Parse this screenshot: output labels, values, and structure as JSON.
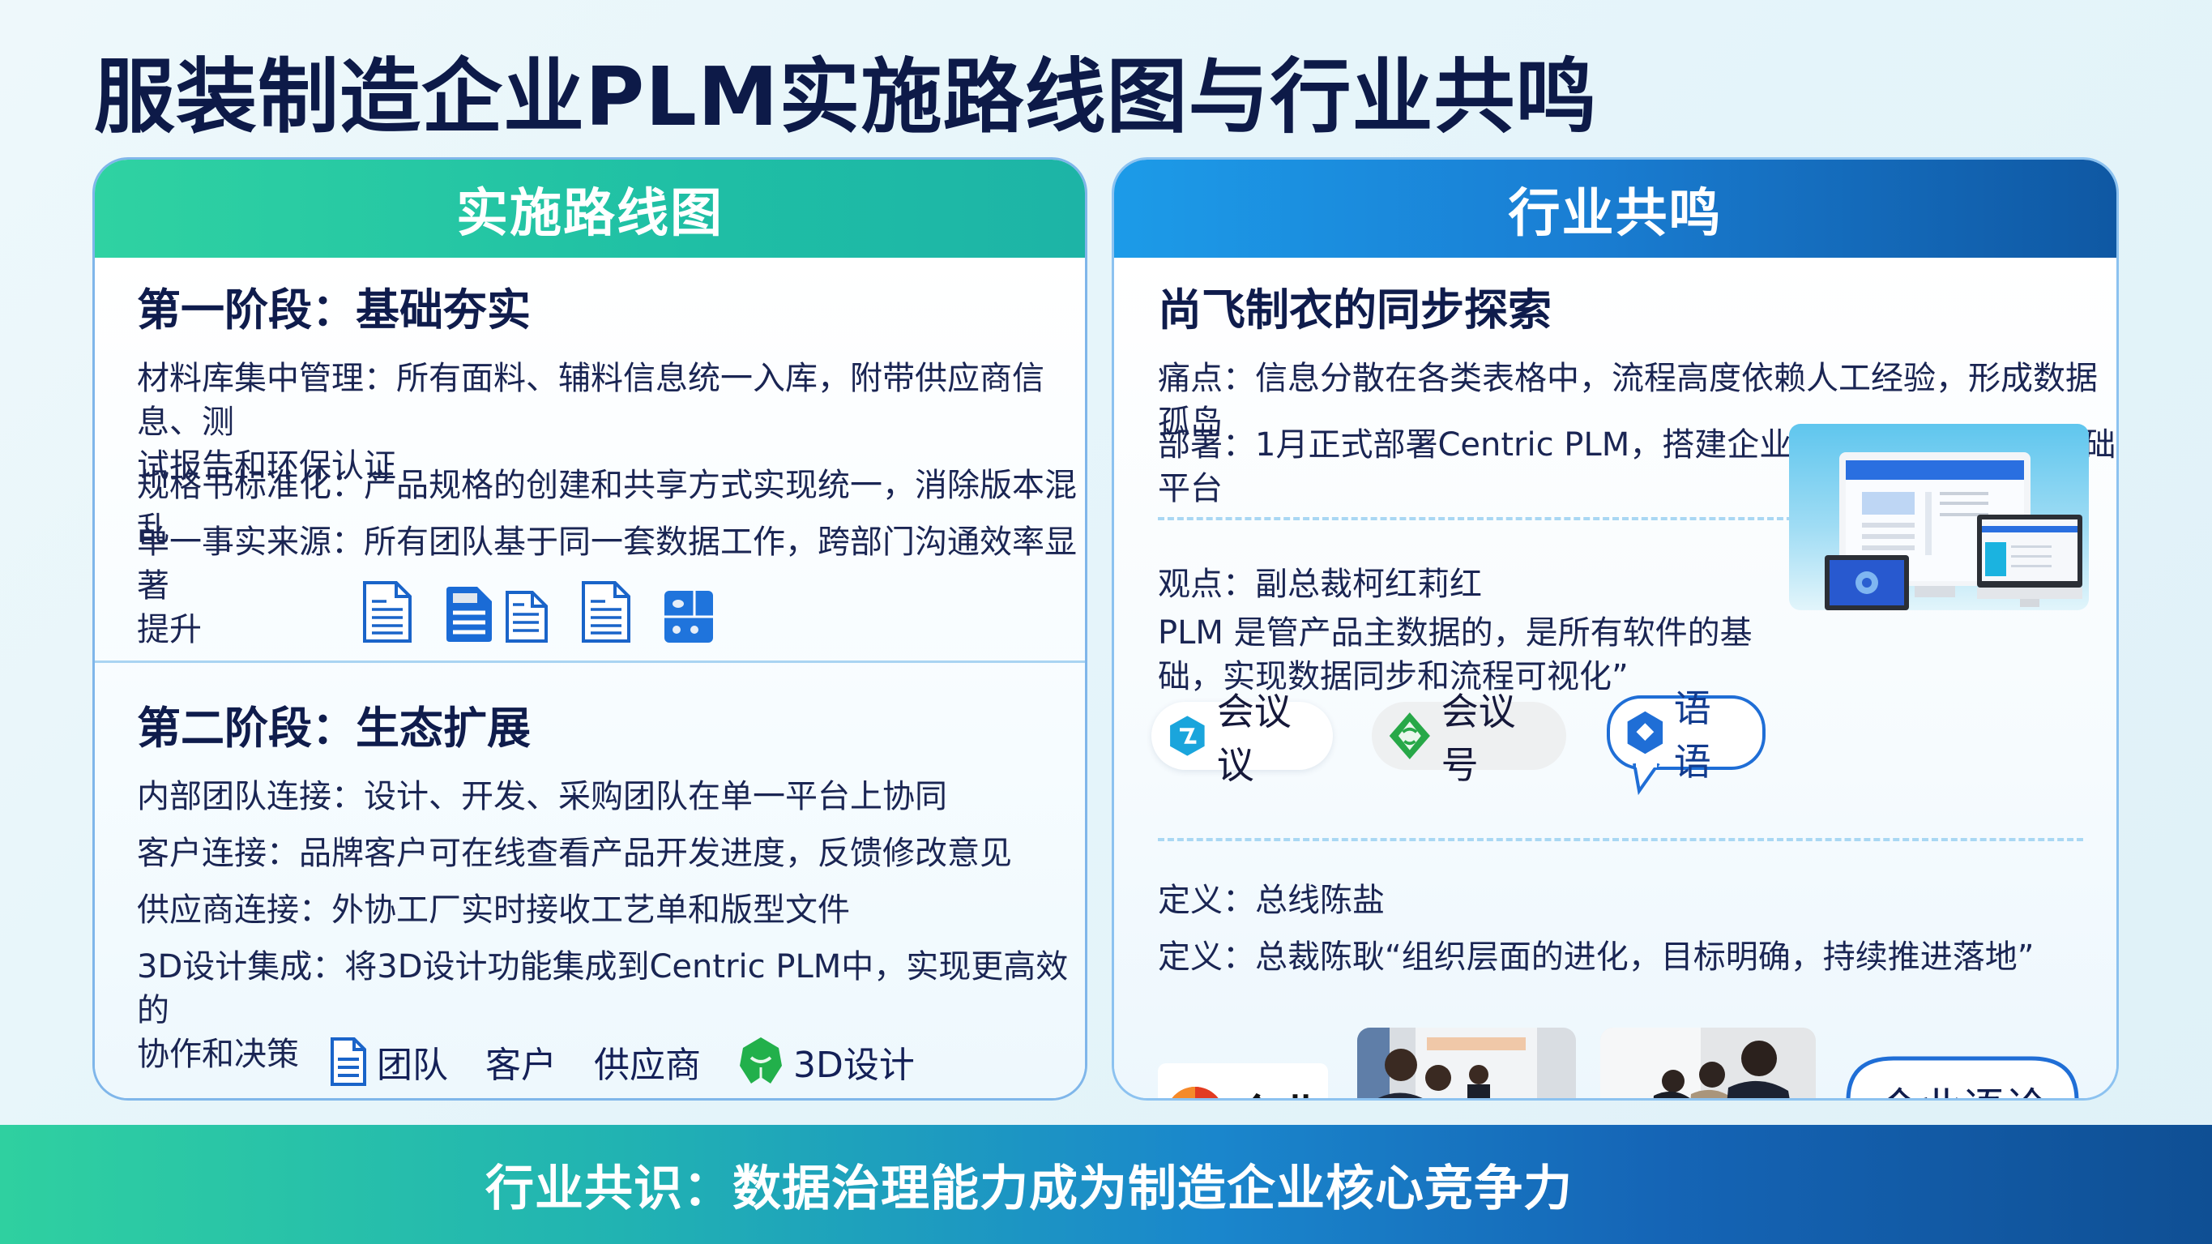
{
  "title": "服装制造企业PLM实施路线图与行业共鸣",
  "left_panel": {
    "header": "实施路线图",
    "phase1": {
      "title": "第一阶段：基础夯实",
      "items": [
        {
          "line1": "材料库集中管理：所有面料、辅料信息统一入库，附带供应商信息、测",
          "line2": "试报告和环保认证"
        },
        {
          "line1": "规格书标准化：产品规格的创建和共享方式实现统一，消除版本混乱"
        },
        {
          "line1": "单一事实来源：所有团队基于同一套数据工作，跨部门沟通效率显著",
          "line2": "提升"
        }
      ],
      "icons": [
        "document-icon",
        "document-filled-icon",
        "document-small-icon",
        "document-icon",
        "database-document-icon"
      ]
    },
    "phase2": {
      "title": "第二阶段：生态扩展",
      "items": [
        {
          "line1": "内部团队连接：设计、开发、采购团队在单一平台上协同"
        },
        {
          "line1": "客户连接：品牌客户可在线查看产品开发进度，反馈修改意见"
        },
        {
          "line1": "供应商连接：外协工厂实时接收工艺单和版型文件"
        },
        {
          "line1": "3D设计集成：将3D设计功能集成到Centric PLM中，实现更高效的",
          "line2": "协作和决策"
        }
      ],
      "legend": [
        {
          "icon": "document-icon",
          "label": "团队"
        },
        {
          "icon": "",
          "label": "客户"
        },
        {
          "icon": "",
          "label": "供应商"
        },
        {
          "icon": "3d-design-icon",
          "label": "3D设计"
        }
      ]
    }
  },
  "right_panel": {
    "header": "行业共鸣",
    "case": {
      "title": "尚飞制衣的同步探索",
      "pain": "痛点：信息分散在各类表格中，流程高度依赖人工经验，形成数据孤岛",
      "deploy": "部署：1月正式部署Centric PLM，搭建企业级产品研发数字化基础平台"
    },
    "viewpoint": {
      "label": "观点：副总裁柯红莉红",
      "quote_line1": "PLM  是管产品主数据的，是所有软件的基",
      "quote_line2": "础，实现数据同步和流程可视化”"
    },
    "chips": [
      {
        "label": "会议议",
        "icon": "meeting-app-icon"
      },
      {
        "label": "会议号",
        "icon": "meeting-id-icon"
      },
      {
        "label": "语语",
        "icon": "speech-icon"
      }
    ],
    "definition": {
      "line1": "定义：总线陈盐",
      "line2": "定义：总裁陈耿“组织层面的进化，目标明确，持续推进落地”"
    },
    "logo_text": "企业",
    "bubble_text": "企业语诠"
  },
  "footer": {
    "text": "行业共识：数据治理能力成为制造企业核心竞争力"
  },
  "colors": {
    "title": "#0d1a48",
    "green_header": "#1fbfa5",
    "blue_header": "#1a7fd4",
    "accent_blue": "#1f6ed6",
    "text": "#1a2553"
  }
}
